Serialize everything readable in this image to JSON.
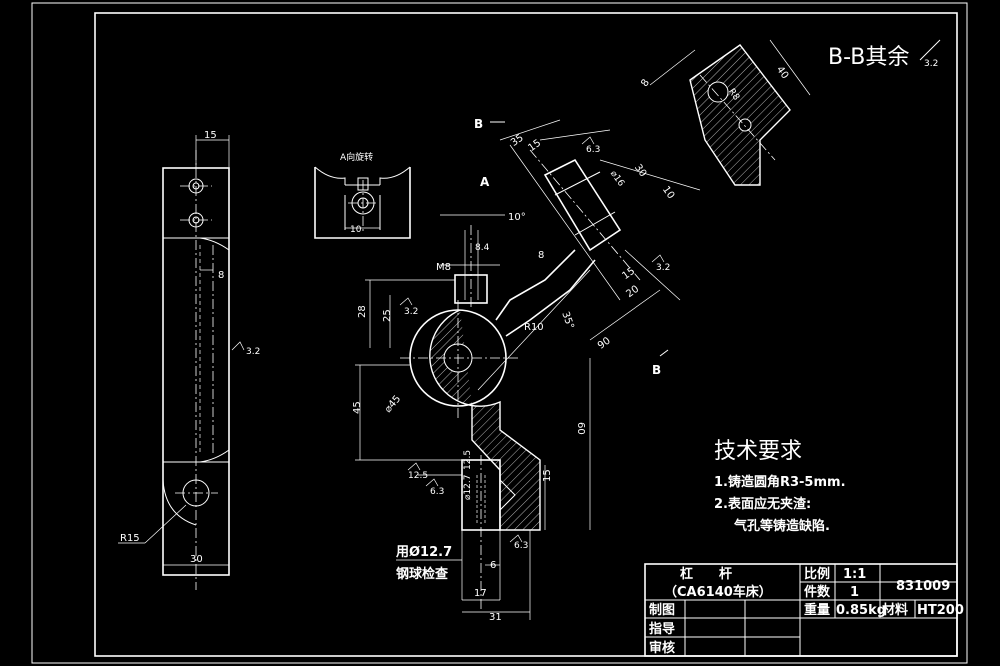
{
  "section_title": "B-B其余",
  "view_a_label": "A向旋转",
  "section_marks": {
    "b": "B",
    "a": "A"
  },
  "dims": {
    "d15_top": "15",
    "d8_side": "8",
    "r15": "R15",
    "d30": "30",
    "d10_a": "10",
    "d25": "25",
    "d28": "28",
    "d45": "45",
    "d60": "60",
    "d15_right": "15",
    "d17": "17",
    "d31": "31",
    "d6": "6",
    "m8": "M8",
    "phi45": "⌀45",
    "d10deg": "10°",
    "d8_4": "8.4",
    "d8": "8",
    "r10": "R10",
    "d35deg": "35°",
    "d90": "90",
    "d20": "20",
    "d15_b": "15",
    "d35_top": "35",
    "d15_top2": "15",
    "d30_top": "30",
    "d10_top": "10",
    "phi16": "⌀16",
    "d8_sec": "8",
    "d40_sec": "40",
    "r8_sec": "R8",
    "phi12_7": "⌀12.7",
    "d12_5": "12.5",
    "rough_3_2a": "3.2",
    "rough_3_2b": "3.2",
    "rough_3_2c": "3.2",
    "rough_6_3a": "6.3",
    "rough_6_3b": "6.3",
    "rough_12_5": "12.5",
    "rough_3_2d": "3.2",
    "rough_6_3c": "6.3"
  },
  "ball_check": {
    "line1": "用Ø12.7",
    "line2": "钢球检查"
  },
  "tech_requirements": {
    "title": "技术要求",
    "items": [
      "1.铸造圆角R3-5mm.",
      "2.表面应无夹渣:",
      "气孔等铸造缺陷."
    ]
  },
  "title_block": {
    "part_name": "杠　　杆",
    "machine": "（CA6140车床）",
    "scale_label": "比例",
    "scale_value": "1:1",
    "qty_label": "件数",
    "qty_value": "1",
    "drawing_no": "831009",
    "weight_label": "重量",
    "weight_value": "0.85kg",
    "material_label": "材料",
    "material_value": "HT200",
    "drawn_label": "制图",
    "guided_label": "指导",
    "checked_label": "审核"
  }
}
